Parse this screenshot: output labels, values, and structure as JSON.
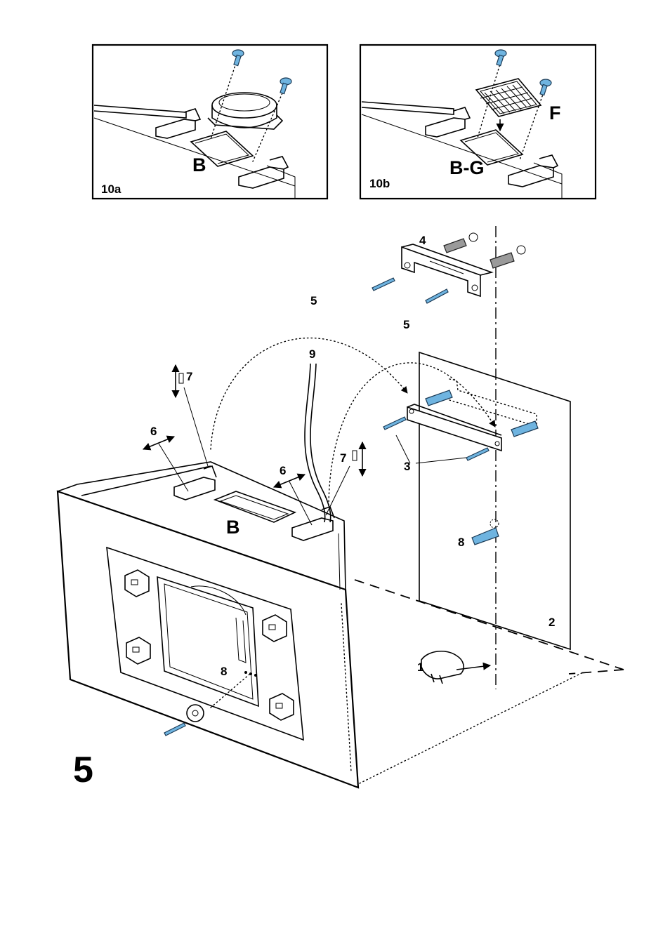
{
  "figure_number": "5",
  "inset_a": {
    "panel_label": "10a",
    "part_label": "B"
  },
  "inset_b": {
    "panel_label": "10b",
    "part_label": "B-G",
    "filter_label": "F"
  },
  "callouts": {
    "wall_mark": "1",
    "wall": "2",
    "rail_screws": "3",
    "upper_bracket": "4",
    "lift_arrow_left": "5",
    "lift_arrow_right": "5",
    "slide_left": "6",
    "slide_right": "6",
    "height_adjust_left": "7",
    "height_adjust_right": "7",
    "safety_screw_hood": "8",
    "safety_plug_wall": "8",
    "cable": "9",
    "outlet": "B"
  },
  "colors": {
    "fixings": "#6fb4e0",
    "line": "#000000"
  }
}
